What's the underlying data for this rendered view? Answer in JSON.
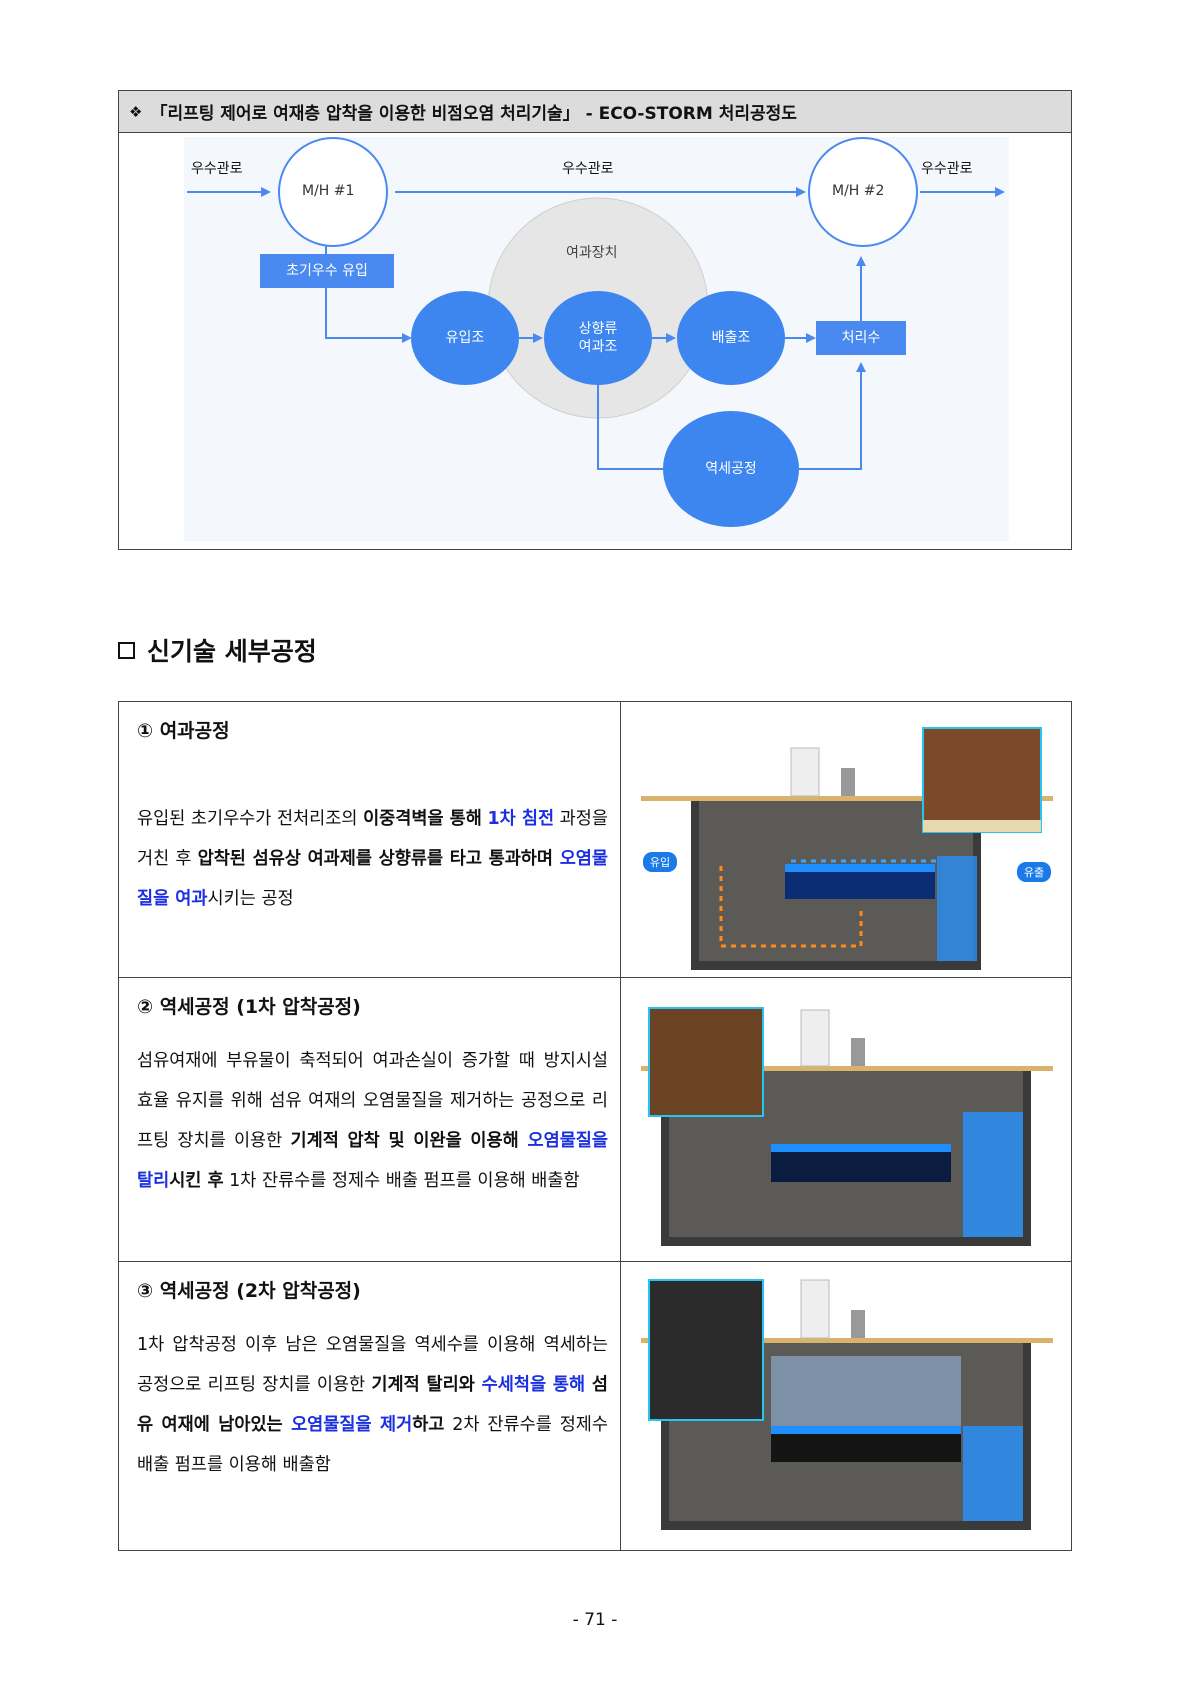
{
  "diagram": {
    "header_symbol": "❖",
    "header_text": "「리프팅 제어로 여재층 압착을 이용한 비점오염 처리기술」 - ECO-STORM 처리공정도",
    "pipe_label_left": "우수관로",
    "pipe_label_middle": "우수관로",
    "pipe_label_right": "우수관로",
    "mh1": "M/H #1",
    "mh2": "M/H #2",
    "initial_inflow": "초기우수 유입",
    "filter_device": "여과장치",
    "inflow_tank": "유입조",
    "upflow_filter_line1": "상향류",
    "upflow_filter_line2": "여과조",
    "discharge_tank": "배출조",
    "treated_water": "처리수",
    "backwash": "역세공정",
    "colors": {
      "node": "#3d86f0",
      "arrow": "#4a8af0",
      "filter_circle": "#e6e6e6"
    }
  },
  "section": {
    "icon": "checkbox-icon",
    "title": "신기술 세부공정"
  },
  "steps": [
    {
      "title": "① 여과공정",
      "body": [
        {
          "t": "유입된 초기우수가 전처리조의 ",
          "s": "n"
        },
        {
          "t": "이중격벽을 통해",
          "s": "b"
        },
        {
          "t": " ",
          "s": "n"
        },
        {
          "t": "1차 침전",
          "s": "blue"
        },
        {
          "t": " 과정을 거친 후 ",
          "s": "n"
        },
        {
          "t": "압착된 섬유상 여과제를 상향류를 타고 통과하며 ",
          "s": "b"
        },
        {
          "t": "오염물질을 여과",
          "s": "blue"
        },
        {
          "t": "시키는 공정",
          "s": "n"
        }
      ],
      "img_labels": {
        "inflow": "유입",
        "outflow": "유출"
      }
    },
    {
      "title": "② 역세공정 (1차 압착공정)",
      "body": [
        {
          "t": "섬유여재에 부유물이 축적되어 여과손실이 증가할 때 방지시설 효율 유지를 위해 섬유 여재의 오염물질을 제거하는 공정으로 리프팅 장치를 이용한 ",
          "s": "n"
        },
        {
          "t": "기계적 압착 및 이완을 이용해 ",
          "s": "b"
        },
        {
          "t": "오염물질을 탈리",
          "s": "blue"
        },
        {
          "t": "시킨 후",
          "s": "b"
        },
        {
          "t": " 1차 잔류수를 정제수 배출 펌프를 이용해 배출함",
          "s": "n"
        }
      ]
    },
    {
      "title": "③ 역세공정 (2차 압착공정)",
      "body": [
        {
          "t": "1차 압착공정 이후 남은 오염물질을 역세수를 이용해 역세하는 공정으로 리프팅 장치를 이용한 ",
          "s": "n"
        },
        {
          "t": "기계적 탈리와 ",
          "s": "b"
        },
        {
          "t": "수세척을 통해",
          "s": "blue"
        },
        {
          "t": " 섬유 여재에 남아있는 ",
          "s": "b"
        },
        {
          "t": "오염물질을 제거",
          "s": "blue"
        },
        {
          "t": "하고",
          "s": "b"
        },
        {
          "t": " 2차 잔류수를 정제수 배출 펌프를 이용해 배출함",
          "s": "n"
        }
      ]
    }
  ],
  "page_number": "- 71 -"
}
